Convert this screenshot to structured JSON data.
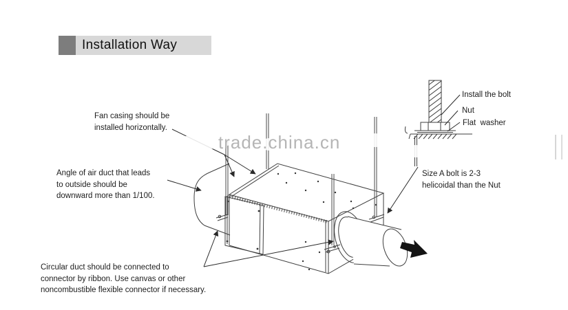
{
  "header": {
    "title": "Installation Way"
  },
  "watermark": {
    "text": "trade.china.cn"
  },
  "annotations": {
    "fan_casing": "Fan casing should be\ninstalled horizontally.",
    "duct_angle": "Angle of air duct that leads\nto outside should be\ndownward more than 1/100.",
    "circular_duct": "Circular duct should be connected to\nconnector by ribbon. Use canvas or other\nnoncombustible flexible connector if necessary.",
    "install_bolt": "Install the bolt",
    "nut": "Nut",
    "flat_washer": "Flat  washer",
    "size_a_bolt": "Size A bolt is 2-3\nhelicoidal than the Nut"
  },
  "colors": {
    "line": "#3d3d3d",
    "text": "#1c1c1c",
    "watermark": "#b2b2b2",
    "header_bar": "#d8d8d8",
    "header_square": "#7d7d7d",
    "arrow_fill": "#141414"
  }
}
